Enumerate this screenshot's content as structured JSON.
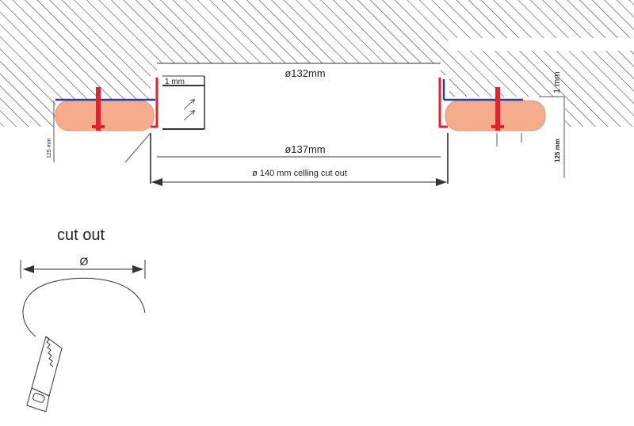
{
  "diagram": {
    "labels": {
      "inner_diameter": "ø132mm",
      "outer_diameter": "ø137mm",
      "cutout_diameter": "ø 140 mm celling cut out",
      "gap_left": "1 mm",
      "gap_right": "1 mm",
      "thickness_left": "125 mm",
      "thickness_right": "125 mm",
      "cutout_title": "cut out",
      "diameter_symbol": "Ø"
    },
    "colors": {
      "hatch": "#333333",
      "insulation": "#f4ac8c",
      "insulation_edge": "#d98b6c",
      "frame": "#e8202a",
      "membrane": "#2a3fa0",
      "line": "#333333"
    },
    "icons": {
      "saw": "hole-saw-icon"
    }
  }
}
